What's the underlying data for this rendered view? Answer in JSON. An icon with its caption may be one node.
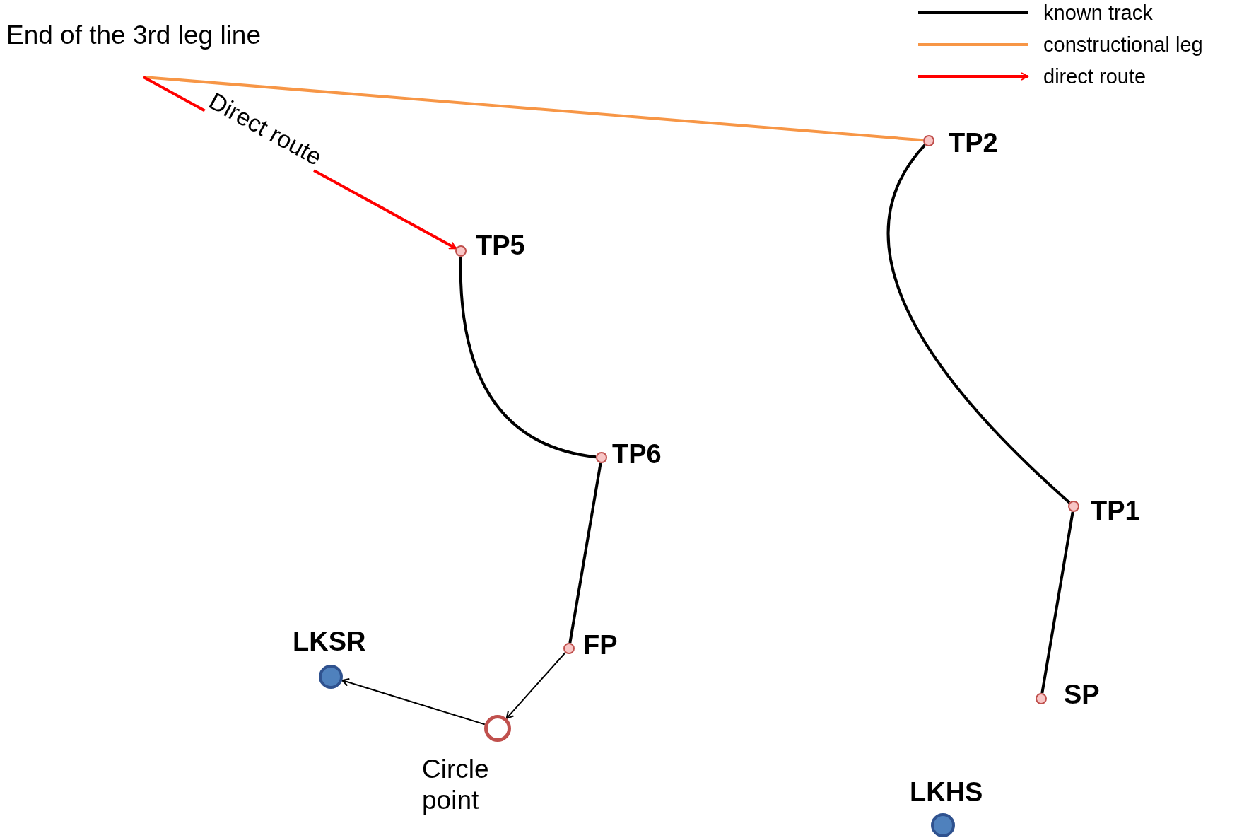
{
  "diagram": {
    "nodes": [
      {
        "text": [
          "End of the 3rd leg line"
        ]
      },
      {
        "text": [],
        "shape": "circle",
        "beside": [
          "TP2"
        ]
      },
      {
        "text": [],
        "shape": "circle",
        "beside": [
          "TP5"
        ]
      },
      {
        "text": [],
        "shape": "circle",
        "beside": [
          "TP6"
        ]
      },
      {
        "text": [],
        "shape": "circle",
        "beside": [
          "TP1"
        ]
      },
      {
        "text": [],
        "shape": "circle",
        "beside": [
          "SP"
        ]
      },
      {
        "text": [],
        "shape": "circle",
        "beside": [
          "FP"
        ]
      },
      {
        "text": [],
        "shape": "circle",
        "beside": [
          "Circle point"
        ]
      },
      {
        "text": [],
        "shape": "circle",
        "beside": [
          "LKSR"
        ]
      },
      {
        "text": [],
        "shape": "circle",
        "beside": [
          "LKHS"
        ]
      }
    ],
    "edges": [
      {
        "from": 5,
        "to": 4,
        "arrow": "none"
      },
      {
        "from": 4,
        "to": 1,
        "arrow": "none"
      },
      {
        "from": 1,
        "to": 0,
        "arrow": "none",
        "color": "#f79646"
      },
      {
        "from": 0,
        "to": 2,
        "arrow": "to",
        "label": "Direct route",
        "color": "#ff0000"
      },
      {
        "from": 2,
        "to": 3,
        "arrow": "none"
      },
      {
        "from": 3,
        "to": 6,
        "arrow": "none"
      },
      {
        "from": 6,
        "to": 7,
        "arrow": "to"
      },
      {
        "from": 7,
        "to": 8,
        "arrow": "to"
      }
    ],
    "legend": [
      {
        "text": "known track"
      },
      {
        "text": "constructional leg"
      },
      {
        "text": "direct route"
      }
    ]
  }
}
